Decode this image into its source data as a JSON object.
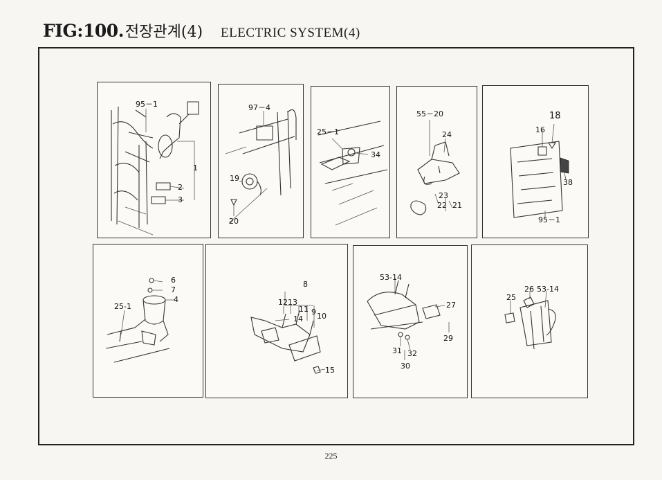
{
  "header": {
    "fig_number": "FIG:100.",
    "title_korean": "전장관계(4)",
    "title_english": "ELECTRIC SYSTEM(4)"
  },
  "page_number": "225",
  "panels": [
    {
      "id": "p1",
      "callouts": [
        "95－1",
        "1",
        "2",
        "3"
      ]
    },
    {
      "id": "p2",
      "callouts": [
        "97－4",
        "19",
        "20"
      ]
    },
    {
      "id": "p3",
      "callouts": [
        "25－1",
        "34"
      ]
    },
    {
      "id": "p4",
      "callouts": [
        "55－20",
        "24",
        "23",
        "22",
        "21"
      ]
    },
    {
      "id": "p5",
      "callouts": [
        "18",
        "16",
        "38",
        "95－1"
      ]
    },
    {
      "id": "p6",
      "callouts": [
        "6",
        "7",
        "4",
        "25-1"
      ]
    },
    {
      "id": "p7",
      "callouts": [
        "8",
        "12",
        "13",
        "11",
        "9",
        "10",
        "14",
        "15"
      ]
    },
    {
      "id": "p8",
      "callouts": [
        "53-14",
        "27",
        "29",
        "31",
        "32",
        "30"
      ]
    },
    {
      "id": "p9",
      "callouts": [
        "26",
        "53-14",
        "25"
      ]
    }
  ]
}
